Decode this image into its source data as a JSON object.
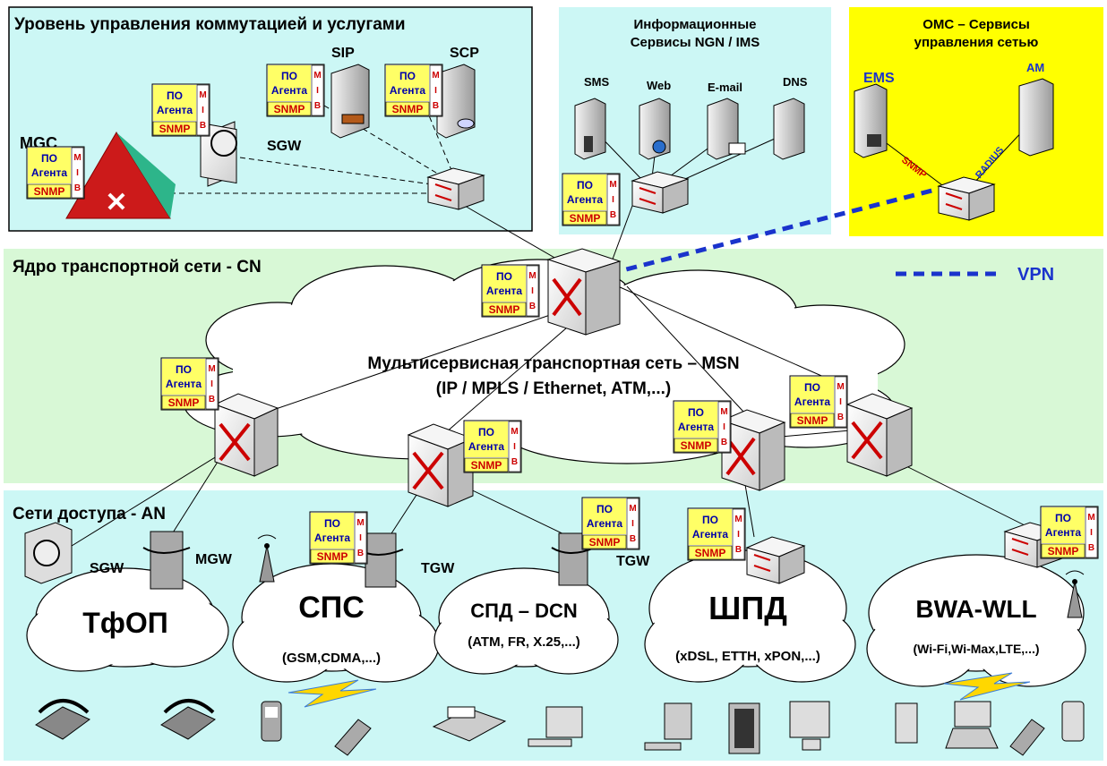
{
  "zones": {
    "control_title": "Уровень управления коммутацией и услугами",
    "info_title_1": "Информационные",
    "info_title_2": "Сервисы NGN / IMS",
    "oms_title_1": "ОМС – Сервисы",
    "oms_title_2": "управления сетью",
    "core_title": "Ядро транспортной сети - CN",
    "access_title": "Сети доступа - AN"
  },
  "control": {
    "mgc": "MGC",
    "sgw": "SGW",
    "sip": "SIP",
    "scp": "SCP"
  },
  "info": {
    "sms": "SMS",
    "web": "Web",
    "email": "E-mail",
    "dns": "DNS"
  },
  "oms": {
    "ems": "EMS",
    "am": "AM",
    "snmp_link": "SNMP",
    "radius_link": "RADIUS"
  },
  "legend": {
    "vpn": "VPN"
  },
  "msn": {
    "line1": "Мультисервисная транспортная сеть – MSN",
    "line2": "(IP / MPLS / Ethernet, ATM,...)"
  },
  "agent": {
    "po": "ПО",
    "agenta": "Агента",
    "snmp": "SNMP",
    "mib_m": "M",
    "mib_i": "I",
    "mib_b": "B"
  },
  "access": {
    "sgw": "SGW",
    "mgw": "MGW",
    "tgw1": "TGW",
    "tgw2": "TGW",
    "tfop": "ТфОП",
    "sps": "СПС",
    "sps_sub": "(GSM,CDMA,...)",
    "spd": "СПД – DCN",
    "spd_sub": "(ATM, FR, X.25,...)",
    "shpd": "ШПД",
    "shpd_sub": "(xDSL, ETTH, xPON,...)",
    "bwa": "BWA-WLL",
    "bwa_sub": "(Wi-Fi,Wi-Max,LTE,...)"
  },
  "colors": {
    "control_bg": "#ccf7f5",
    "info_bg": "#ccf7f5",
    "oms_bg": "#ffff00",
    "core_bg": "#d8f8d6",
    "access_bg": "#ccf7f5",
    "agent_bg": "#ffff66",
    "agent_text": "#0000aa",
    "snmp_text": "#cc0000",
    "vpn": "#1a33cc",
    "router_arrow": "#cc0000"
  }
}
